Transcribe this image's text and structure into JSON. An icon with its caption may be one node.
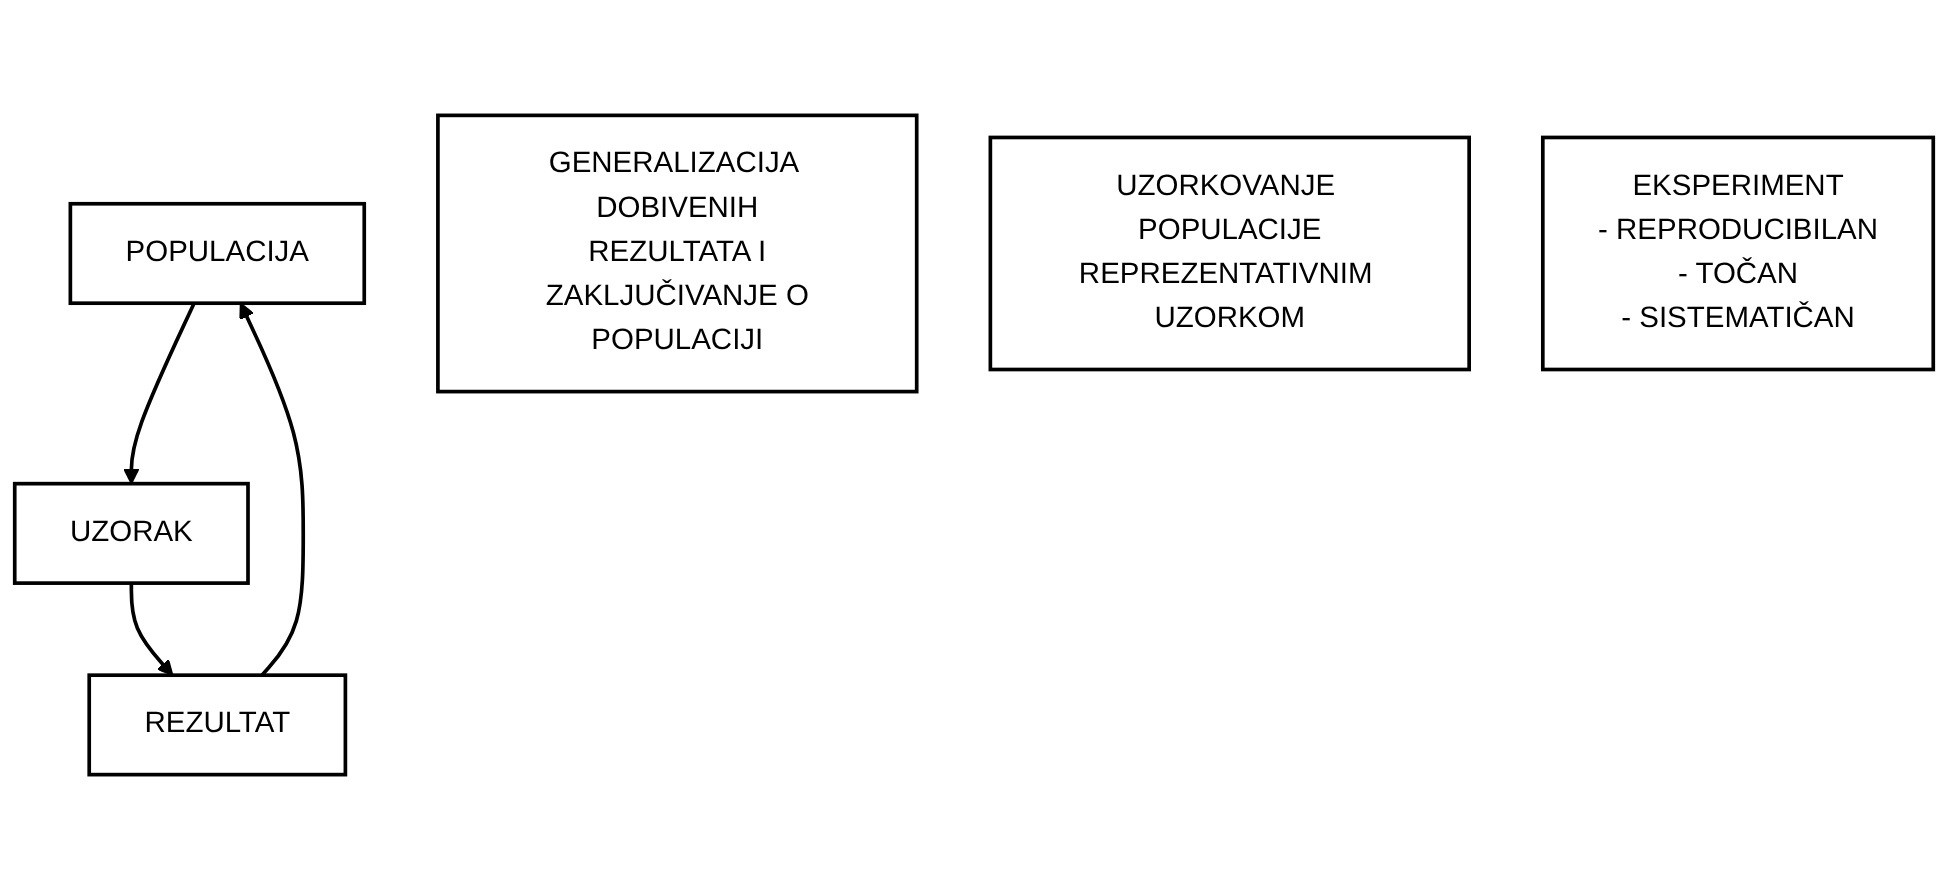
{
  "diagram": {
    "nodes": [
      {
        "text": [
          "POPULACIJA"
        ]
      },
      {
        "text": [
          "GENERALIZACIJA DOBIVENIH REZULTATA I ZAKLJUČIVANJE O POPULACIJI"
        ]
      },
      {
        "text": [
          "UZORKOVANJE POPULACIJE REPREZENTATIVNIM UZORKOM"
        ]
      },
      {
        "text": [
          "REZULTAT"
        ]
      },
      {
        "text": [
          "UZORAK"
        ]
      },
      {
        "text": [
          "EKSPERIMENT",
          "- REPRODUCIBILAN",
          "- TOČAN",
          "- SISTEMATIČAN"
        ]
      }
    ],
    "edges": [
      {
        "from": 0,
        "to": 4,
        "arrow": "to"
      },
      {
        "from": 4,
        "to": 3,
        "arrow": "to"
      },
      {
        "from": 3,
        "to": 0,
        "arrow": "to"
      }
    ]
  }
}
